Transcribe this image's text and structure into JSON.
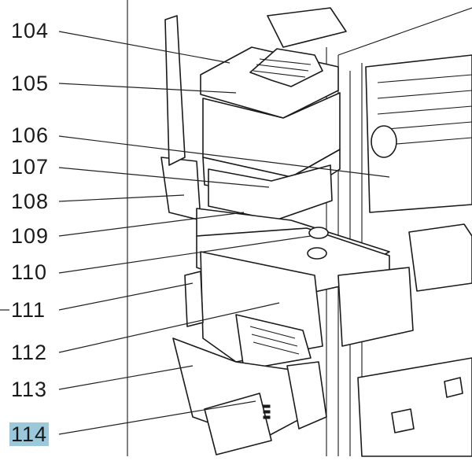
{
  "labels": [
    {
      "id": "104",
      "text": "104"
    },
    {
      "id": "105",
      "text": "105"
    },
    {
      "id": "106",
      "text": "106"
    },
    {
      "id": "107",
      "text": "107"
    },
    {
      "id": "108",
      "text": "108"
    },
    {
      "id": "109",
      "text": "109"
    },
    {
      "id": "110",
      "text": "110"
    },
    {
      "id": "111",
      "text": "111"
    },
    {
      "id": "112",
      "text": "112"
    },
    {
      "id": "113",
      "text": "113"
    },
    {
      "id": "114",
      "text": "114",
      "highlighted": true
    }
  ],
  "colors": {
    "highlight": "#9cc8dc",
    "line": "#1a1a1a",
    "background": "#ffffff"
  }
}
